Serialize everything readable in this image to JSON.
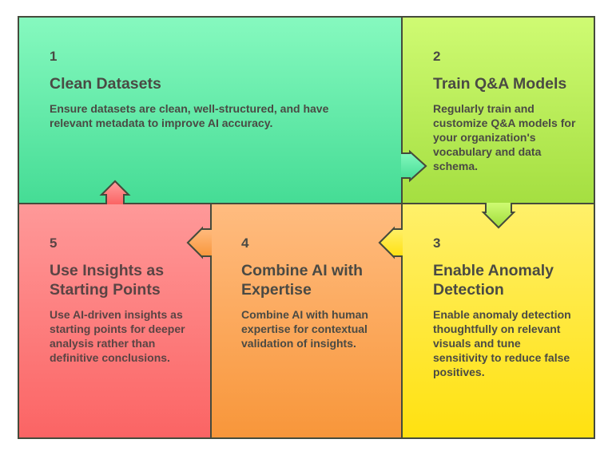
{
  "steps": [
    {
      "number": "1",
      "title": "Clean Datasets",
      "description": "Ensure datasets are clean, well-structured, and have relevant metadata to improve AI accuracy.",
      "color_top": "#86f9bf",
      "color_bottom": "#45dc95"
    },
    {
      "number": "2",
      "title": "Train Q&A Models",
      "description": "Regularly train and customize Q&A models for your organization's vocabulary and data schema.",
      "color_top": "#cffb73",
      "color_bottom": "#9fdb3a"
    },
    {
      "number": "3",
      "title": "Enable Anomaly Detection",
      "description": "Enable anomaly detection thoughtfully on relevant visuals and tune sensitivity to reduce false positives.",
      "color_top": "#fff06a",
      "color_bottom": "#ffe110"
    },
    {
      "number": "4",
      "title": "Combine AI with Expertise",
      "description": "Combine AI with human expertise for contextual validation of insights.",
      "color_top": "#ffbc80",
      "color_bottom": "#f8963a"
    },
    {
      "number": "5",
      "title": "Use Insights as Starting Points",
      "description": "Use AI-driven insights as starting points for deeper analysis rather than definitive conclusions.",
      "color_top": "#ff9e9e",
      "color_bottom": "#fb6464"
    }
  ],
  "flow": [
    "1 → 2",
    "2 → 3",
    "3 → 4",
    "4 → 5",
    "5 → 1"
  ],
  "stroke_color": "#454b3c"
}
